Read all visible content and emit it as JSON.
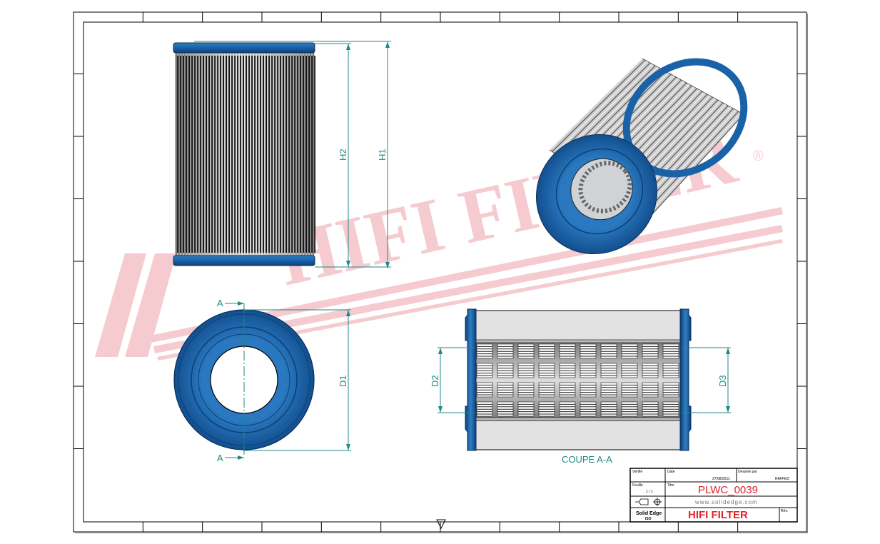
{
  "watermark": {
    "text": "HIFI FILTER",
    "mark": "®",
    "color": "#f4c6cc"
  },
  "colors": {
    "cap_blue": "#1a62a8",
    "dimension": "#1f8a86",
    "title_red": "#e0252b"
  },
  "top_view": {
    "dim_h1": "H1",
    "dim_h2": "H2"
  },
  "front_view": {
    "dim_d1": "D1",
    "section_mark_top": "A",
    "section_mark_bottom": "A"
  },
  "section_view": {
    "dim_d2": "D2",
    "dim_d3": "D3",
    "caption": "COUPE A-A"
  },
  "title_block": {
    "verified_label": "Vérifié",
    "date_label": "Date",
    "date_value": "27/08/2011",
    "drawn_by_label": "Dessiné par",
    "drawn_by_value": "RAFFED",
    "sheet_label": "Feuille",
    "sheet_value": "1 / 1",
    "title_label": "Titre",
    "title_value": "PLWC_0039",
    "website": "www.solidedge.com",
    "software": "Solid Edge",
    "software_sub": "ISO",
    "company": "HIFI FILTER",
    "revision_label": "Rév."
  }
}
